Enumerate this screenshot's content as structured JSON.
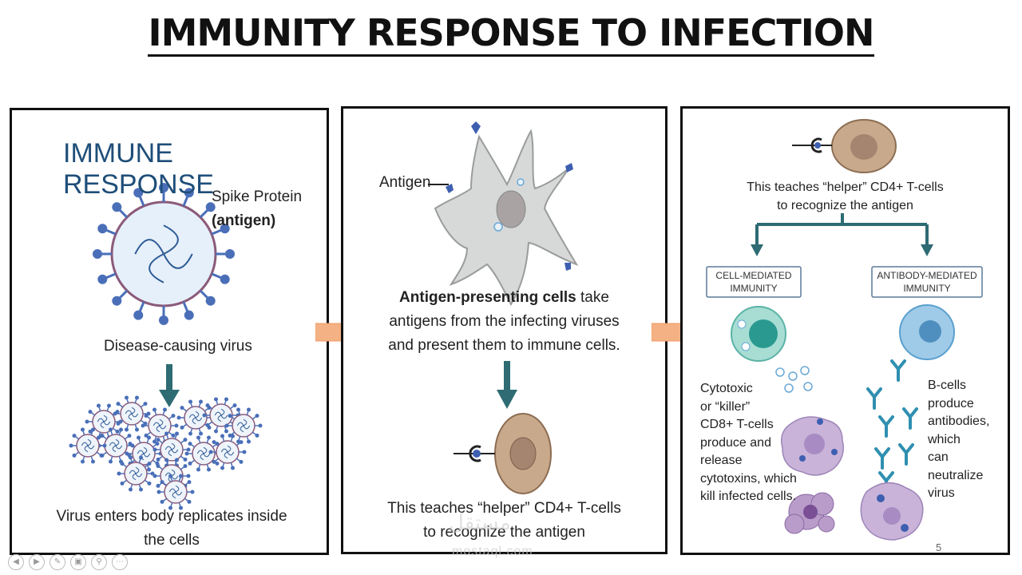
{
  "title": "IMMUNITY RESPONSE TO INFECTION",
  "panel1": {
    "heading": "IMMUNE RESPONSE",
    "spike_label": "Spike Protein",
    "antigen_label": "(antigen)",
    "virus_caption": "Disease-causing virus",
    "replicate_line1": "Virus enters body replicates inside",
    "replicate_line2": "the cells"
  },
  "panel2": {
    "antigen_label": "Antigen",
    "apc_bold": "Antigen-presenting cells",
    "apc_rest1": " take",
    "apc_line2": "antigens from the infecting viruses",
    "apc_line3": "and present them to immune cells.",
    "teach_line1": "This teaches “helper” CD4+ T-cells",
    "teach_line2": "to recognize the antigen"
  },
  "panel3": {
    "teach_line1": "This teaches “helper” CD4+ T-cells",
    "teach_line2": "to recognize the antigen",
    "cell_mediated": "CELL-MEDIATED\nIMMUNITY",
    "antibody_mediated": "ANTIBODY-MEDIATED\nIMMUNITY",
    "cytotoxic_lines": [
      "Cytotoxic",
      "or “killer”",
      "CD8+ T-cells",
      "produce and",
      "release",
      "cytotoxins, which",
      "kill infected cells."
    ],
    "bcell_lines": [
      "B-cells",
      "produce",
      "antibodies,",
      "which",
      "can",
      "neutralize",
      "virus"
    ]
  },
  "slide_number": "5",
  "colors": {
    "heading_blue": "#1f4e79",
    "teal_arrow": "#2e6b73",
    "orange_arrow": "#f4b183",
    "box_border": "#5b7a99"
  }
}
